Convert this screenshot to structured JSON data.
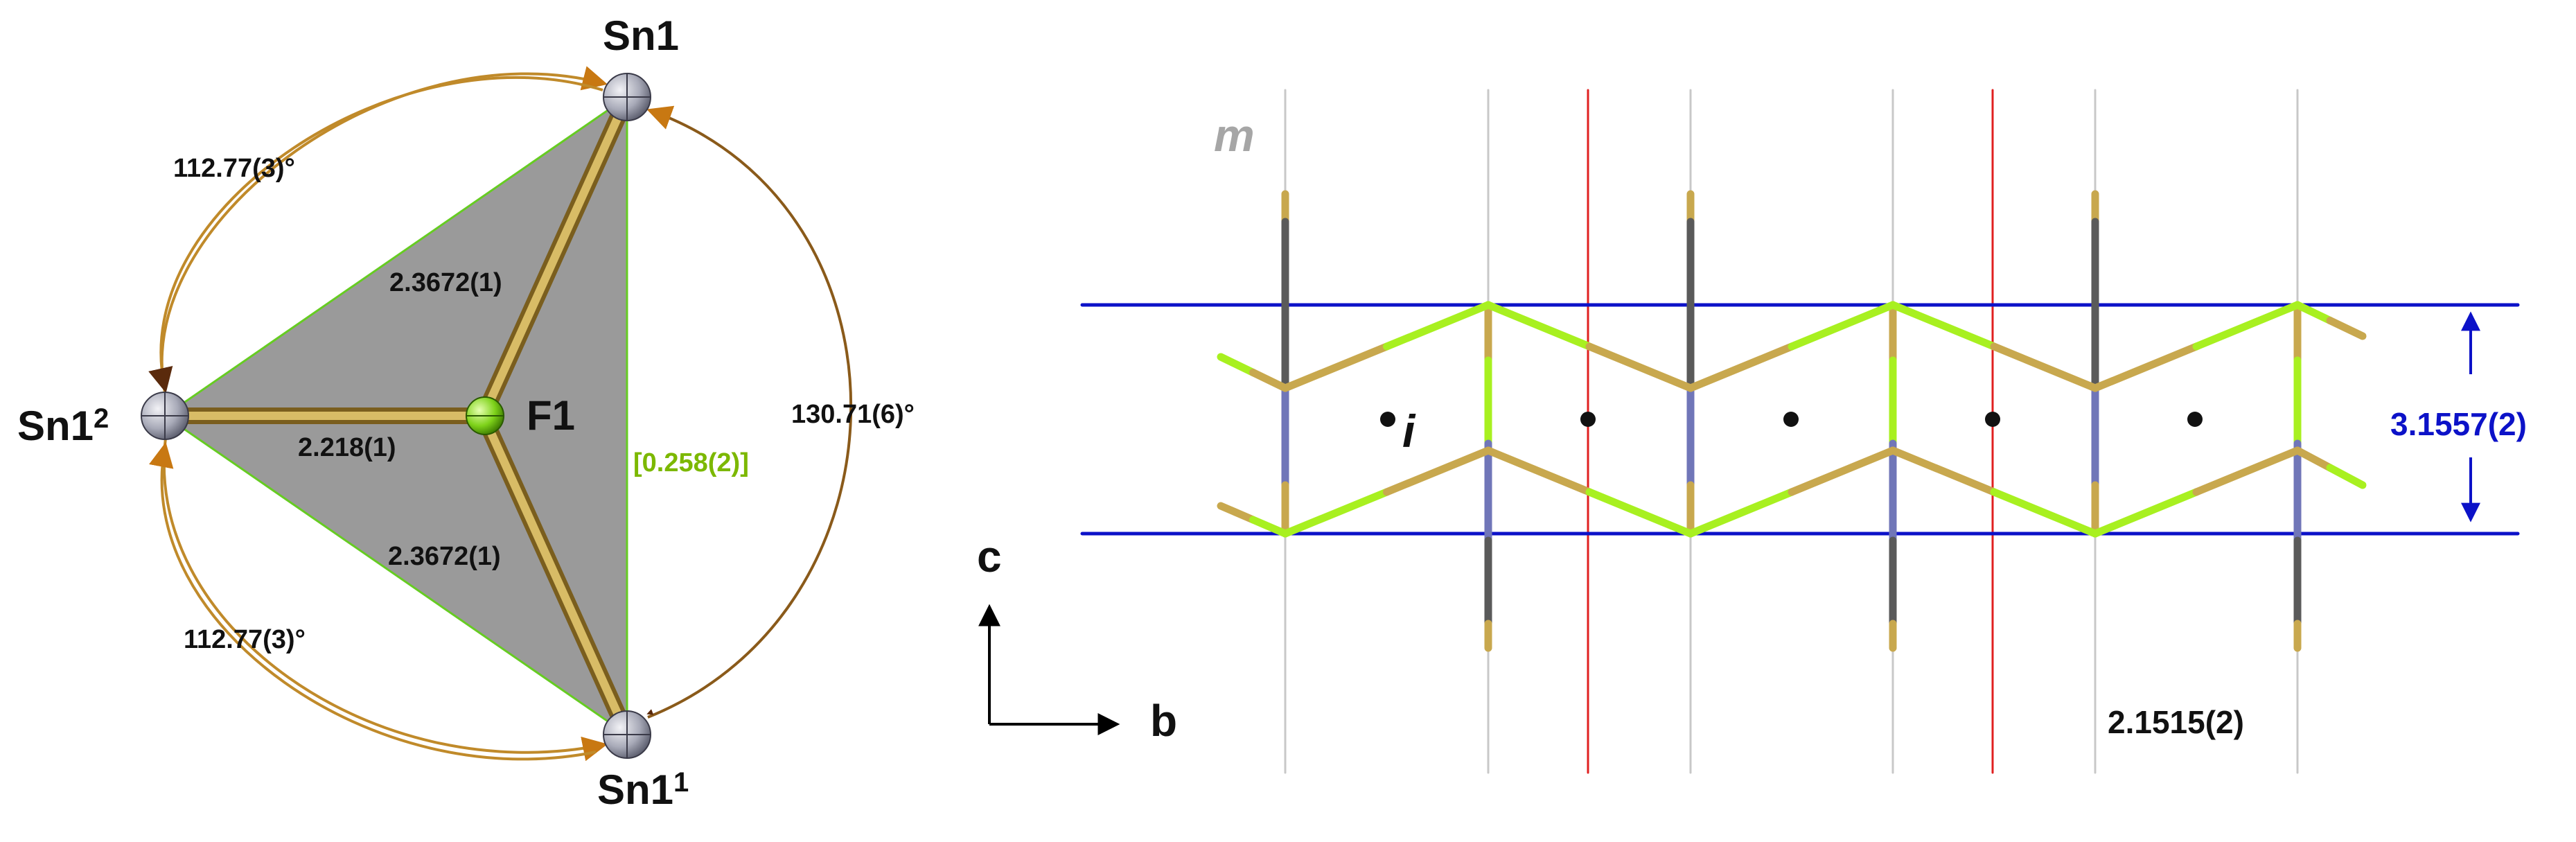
{
  "left_panel": {
    "atoms": {
      "top": {
        "name": "Sn1",
        "sup": ""
      },
      "left": {
        "name": "Sn1",
        "sup": "2"
      },
      "bottom": {
        "name": "Sn1",
        "sup": "1"
      },
      "center": {
        "name": "F1",
        "sup": ""
      }
    },
    "bonds": {
      "upper": "2.3672(1)",
      "middle": "2.218(1)",
      "lower": "2.3672(1)"
    },
    "deviation_label": "[0.258(2)]",
    "angles": {
      "top_left": "112.77(3)°",
      "bottom_left": "112.77(3)°",
      "right": "130.71(6)°"
    }
  },
  "right_panel": {
    "mirror_label": "m",
    "inversion_label": "i",
    "layer_thickness": "3.1557(2)",
    "interlayer_distance": "2.1515(2)",
    "axis_c": "c",
    "axis_b": "b"
  },
  "colors": {
    "tin_bond": "#c8a84e",
    "fluorine": "#a8f020",
    "nitrogen_blue": "#7076b8",
    "gray_atom": "#5a5a5a",
    "layer_lines": "#0c12c8",
    "mirror_lines": "#c8c8c8",
    "red_lines": "#e02020",
    "arrow_orange": "#d88a10",
    "triangle_fill": "#9a9a9a",
    "deviation_text": "#7cb800"
  }
}
